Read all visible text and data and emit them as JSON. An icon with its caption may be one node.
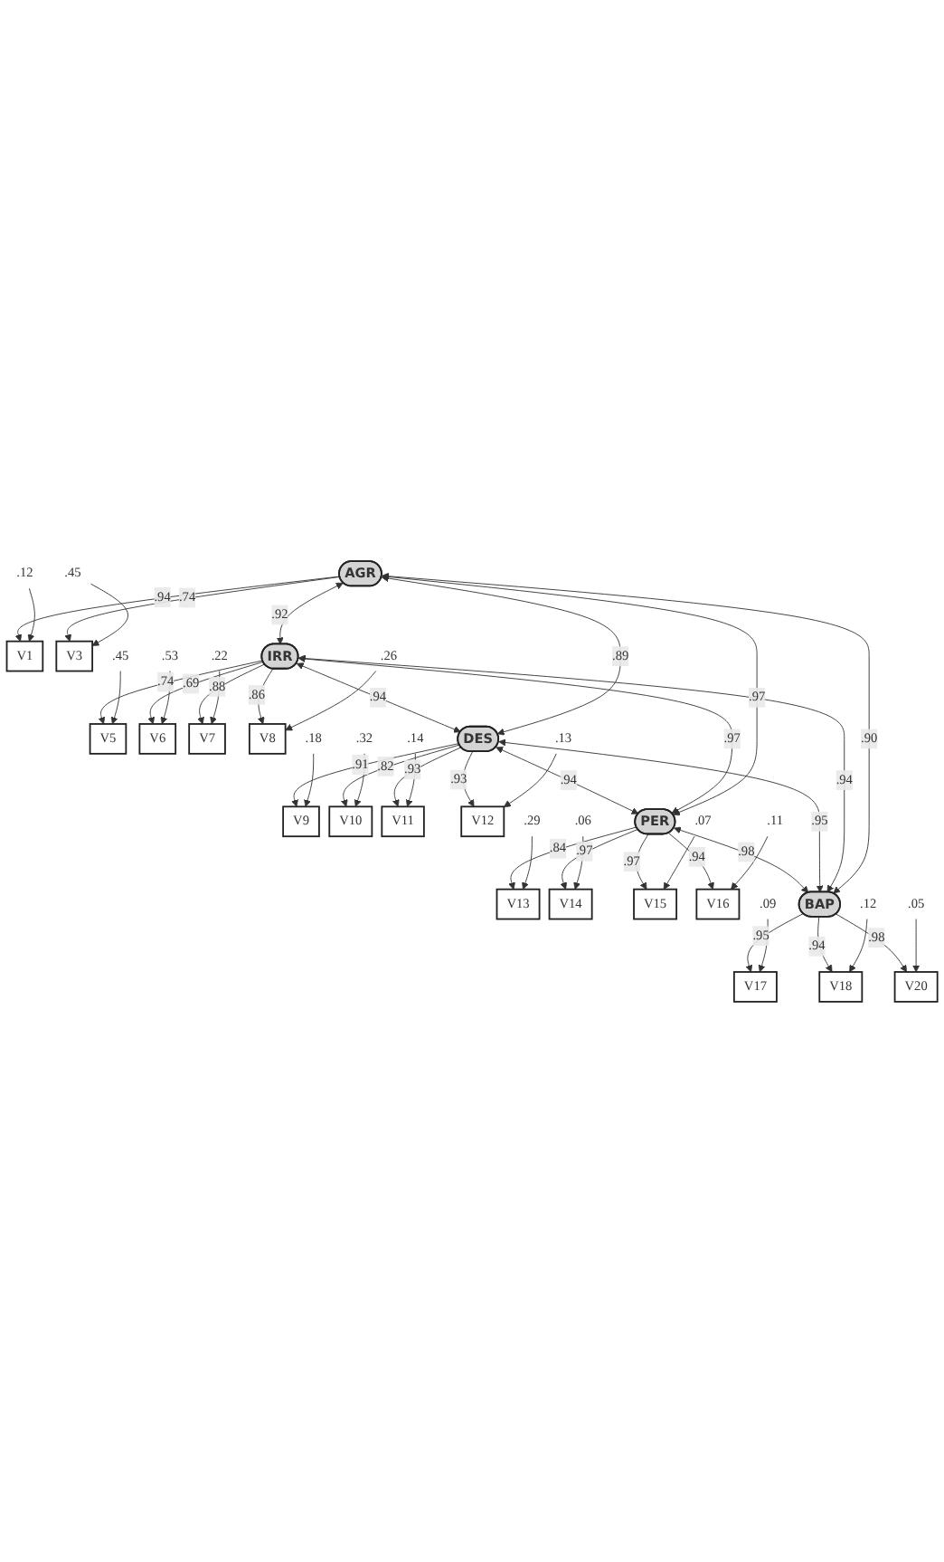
{
  "diagram": {
    "nodes": [
      {
        "text": [
          "AGR"
        ]
      },
      {
        "text": [
          "V1"
        ]
      },
      {
        "text": [
          "V3"
        ]
      },
      {
        "text": [
          ".12"
        ]
      },
      {
        "text": [
          ".45"
        ]
      },
      {
        "text": [
          "IRR"
        ]
      },
      {
        "text": [
          "V5"
        ]
      },
      {
        "text": [
          "V6"
        ]
      },
      {
        "text": [
          "V7"
        ]
      },
      {
        "text": [
          "V8"
        ]
      },
      {
        "text": [
          ".45"
        ]
      },
      {
        "text": [
          ".53"
        ]
      },
      {
        "text": [
          ".22"
        ]
      },
      {
        "text": [
          ".26"
        ]
      },
      {
        "text": [
          "DES"
        ]
      },
      {
        "text": [
          "V9"
        ]
      },
      {
        "text": [
          "V10"
        ]
      },
      {
        "text": [
          "V11"
        ]
      },
      {
        "text": [
          "V12"
        ]
      },
      {
        "text": [
          ".18"
        ]
      },
      {
        "text": [
          ".32"
        ]
      },
      {
        "text": [
          ".14"
        ]
      },
      {
        "text": [
          ".13"
        ]
      },
      {
        "text": [
          "PER"
        ]
      },
      {
        "text": [
          "V13"
        ]
      },
      {
        "text": [
          "V14"
        ]
      },
      {
        "text": [
          "V15"
        ]
      },
      {
        "text": [
          "V16"
        ]
      },
      {
        "text": [
          ".29"
        ]
      },
      {
        "text": [
          ".06"
        ]
      },
      {
        "text": [
          ".07"
        ]
      },
      {
        "text": [
          ".11"
        ]
      },
      {
        "text": [
          "BAP"
        ]
      },
      {
        "text": [
          "V17"
        ]
      },
      {
        "text": [
          "V18"
        ]
      },
      {
        "text": [
          "V20"
        ]
      },
      {
        "text": [
          ".09"
        ]
      },
      {
        "text": [
          ".12"
        ]
      },
      {
        "text": [
          ".05"
        ]
      }
    ],
    "edges": [
      {
        "from": 3,
        "to": 1,
        "arrow": "to"
      },
      {
        "from": 4,
        "to": 2,
        "arrow": "to"
      },
      {
        "from": 0,
        "to": 1,
        "arrow": "to",
        "label": ".94"
      },
      {
        "from": 0,
        "to": 2,
        "arrow": "to",
        "label": ".74"
      },
      {
        "from": 10,
        "to": 6,
        "arrow": "to"
      },
      {
        "from": 11,
        "to": 7,
        "arrow": "to"
      },
      {
        "from": 12,
        "to": 8,
        "arrow": "to"
      },
      {
        "from": 13,
        "to": 9,
        "arrow": "to"
      },
      {
        "from": 5,
        "to": 6,
        "arrow": "to",
        "label": ".74"
      },
      {
        "from": 5,
        "to": 7,
        "arrow": "to",
        "label": ".69"
      },
      {
        "from": 5,
        "to": 8,
        "arrow": "to",
        "label": ".88"
      },
      {
        "from": 5,
        "to": 9,
        "arrow": "to",
        "label": ".86"
      },
      {
        "from": 19,
        "to": 15,
        "arrow": "to"
      },
      {
        "from": 20,
        "to": 16,
        "arrow": "to"
      },
      {
        "from": 21,
        "to": 17,
        "arrow": "to"
      },
      {
        "from": 22,
        "to": 18,
        "arrow": "to"
      },
      {
        "from": 14,
        "to": 15,
        "arrow": "to",
        "label": ".91"
      },
      {
        "from": 14,
        "to": 16,
        "arrow": "to",
        "label": ".82"
      },
      {
        "from": 14,
        "to": 17,
        "arrow": "to",
        "label": ".93"
      },
      {
        "from": 14,
        "to": 18,
        "arrow": "to",
        "label": ".93"
      },
      {
        "from": 28,
        "to": 24,
        "arrow": "to"
      },
      {
        "from": 29,
        "to": 25,
        "arrow": "to"
      },
      {
        "from": 30,
        "to": 26,
        "arrow": "to"
      },
      {
        "from": 31,
        "to": 27,
        "arrow": "to"
      },
      {
        "from": 23,
        "to": 24,
        "arrow": "to",
        "label": ".84"
      },
      {
        "from": 23,
        "to": 25,
        "arrow": "to",
        "label": ".97"
      },
      {
        "from": 23,
        "to": 26,
        "arrow": "to",
        "label": ".97"
      },
      {
        "from": 23,
        "to": 27,
        "arrow": "to",
        "label": ".94"
      },
      {
        "from": 36,
        "to": 33,
        "arrow": "to"
      },
      {
        "from": 37,
        "to": 34,
        "arrow": "to"
      },
      {
        "from": 38,
        "to": 35,
        "arrow": "to"
      },
      {
        "from": 32,
        "to": 33,
        "arrow": "to",
        "label": ".95"
      },
      {
        "from": 32,
        "to": 34,
        "arrow": "to",
        "label": ".94"
      },
      {
        "from": 32,
        "to": 35,
        "arrow": "to",
        "label": ".98"
      },
      {
        "from": 0,
        "to": 5,
        "arrow": "both",
        "label": ".92"
      },
      {
        "from": 0,
        "to": 14,
        "arrow": "both",
        "label": ".89"
      },
      {
        "from": 0,
        "to": 23,
        "arrow": "both",
        "label": ".97"
      },
      {
        "from": 0,
        "to": 32,
        "arrow": "both",
        "label": ".90"
      },
      {
        "from": 5,
        "to": 14,
        "arrow": "both",
        "label": ".94"
      },
      {
        "from": 5,
        "to": 23,
        "arrow": "both",
        "label": ".97"
      },
      {
        "from": 5,
        "to": 32,
        "arrow": "both",
        "label": ".94"
      },
      {
        "from": 14,
        "to": 23,
        "arrow": "both",
        "label": ".94"
      },
      {
        "from": 14,
        "to": 32,
        "arrow": "both",
        "label": ".95"
      },
      {
        "from": 23,
        "to": 32,
        "arrow": "both",
        "label": ".98"
      }
    ]
  }
}
